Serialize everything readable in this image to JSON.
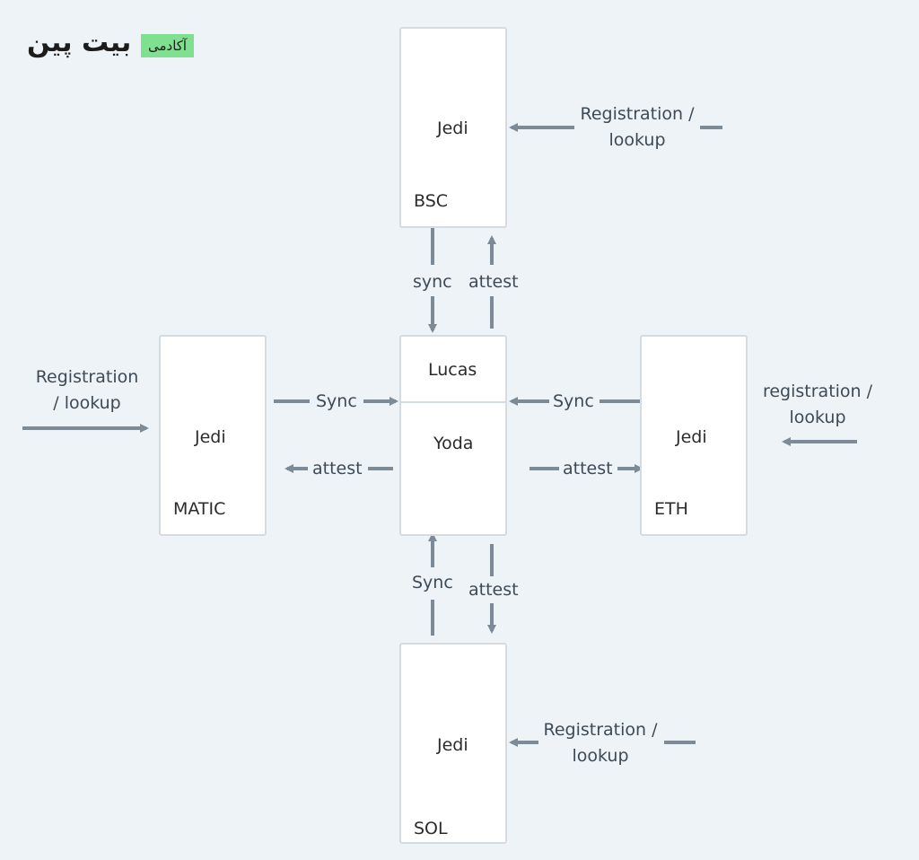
{
  "brand": {
    "logo_text": "بیت پین",
    "tag_text": "آکادمی",
    "tag_color": "#7fe08f"
  },
  "colors": {
    "background": "#eef3f7",
    "node_fill": "#ffffff",
    "node_border": "#d4dbe2",
    "arrow": "#7c8b97"
  },
  "nodes": {
    "bsc": {
      "title": "Jedi",
      "chain": "BSC"
    },
    "matic": {
      "title": "Jedi",
      "chain": "MATIC"
    },
    "eth": {
      "title": "Jedi",
      "chain": "ETH"
    },
    "sol": {
      "title": "Jedi",
      "chain": "SOL"
    },
    "center": {
      "top": "Lucas",
      "bottom": "Yoda"
    }
  },
  "labels": {
    "bsc_registration": [
      "Registration /",
      "lookup"
    ],
    "matic_registration": [
      "Registration",
      "/ lookup"
    ],
    "eth_registration": [
      "registration /",
      "lookup"
    ],
    "sol_registration": [
      "Registration /",
      "lookup"
    ],
    "bsc_sync": "sync",
    "bsc_attest": "attest",
    "matic_sync": "Sync",
    "matic_attest": "attest",
    "eth_sync": "Sync",
    "eth_attest": "attest",
    "sol_sync": "Sync",
    "sol_attest": "attest"
  }
}
